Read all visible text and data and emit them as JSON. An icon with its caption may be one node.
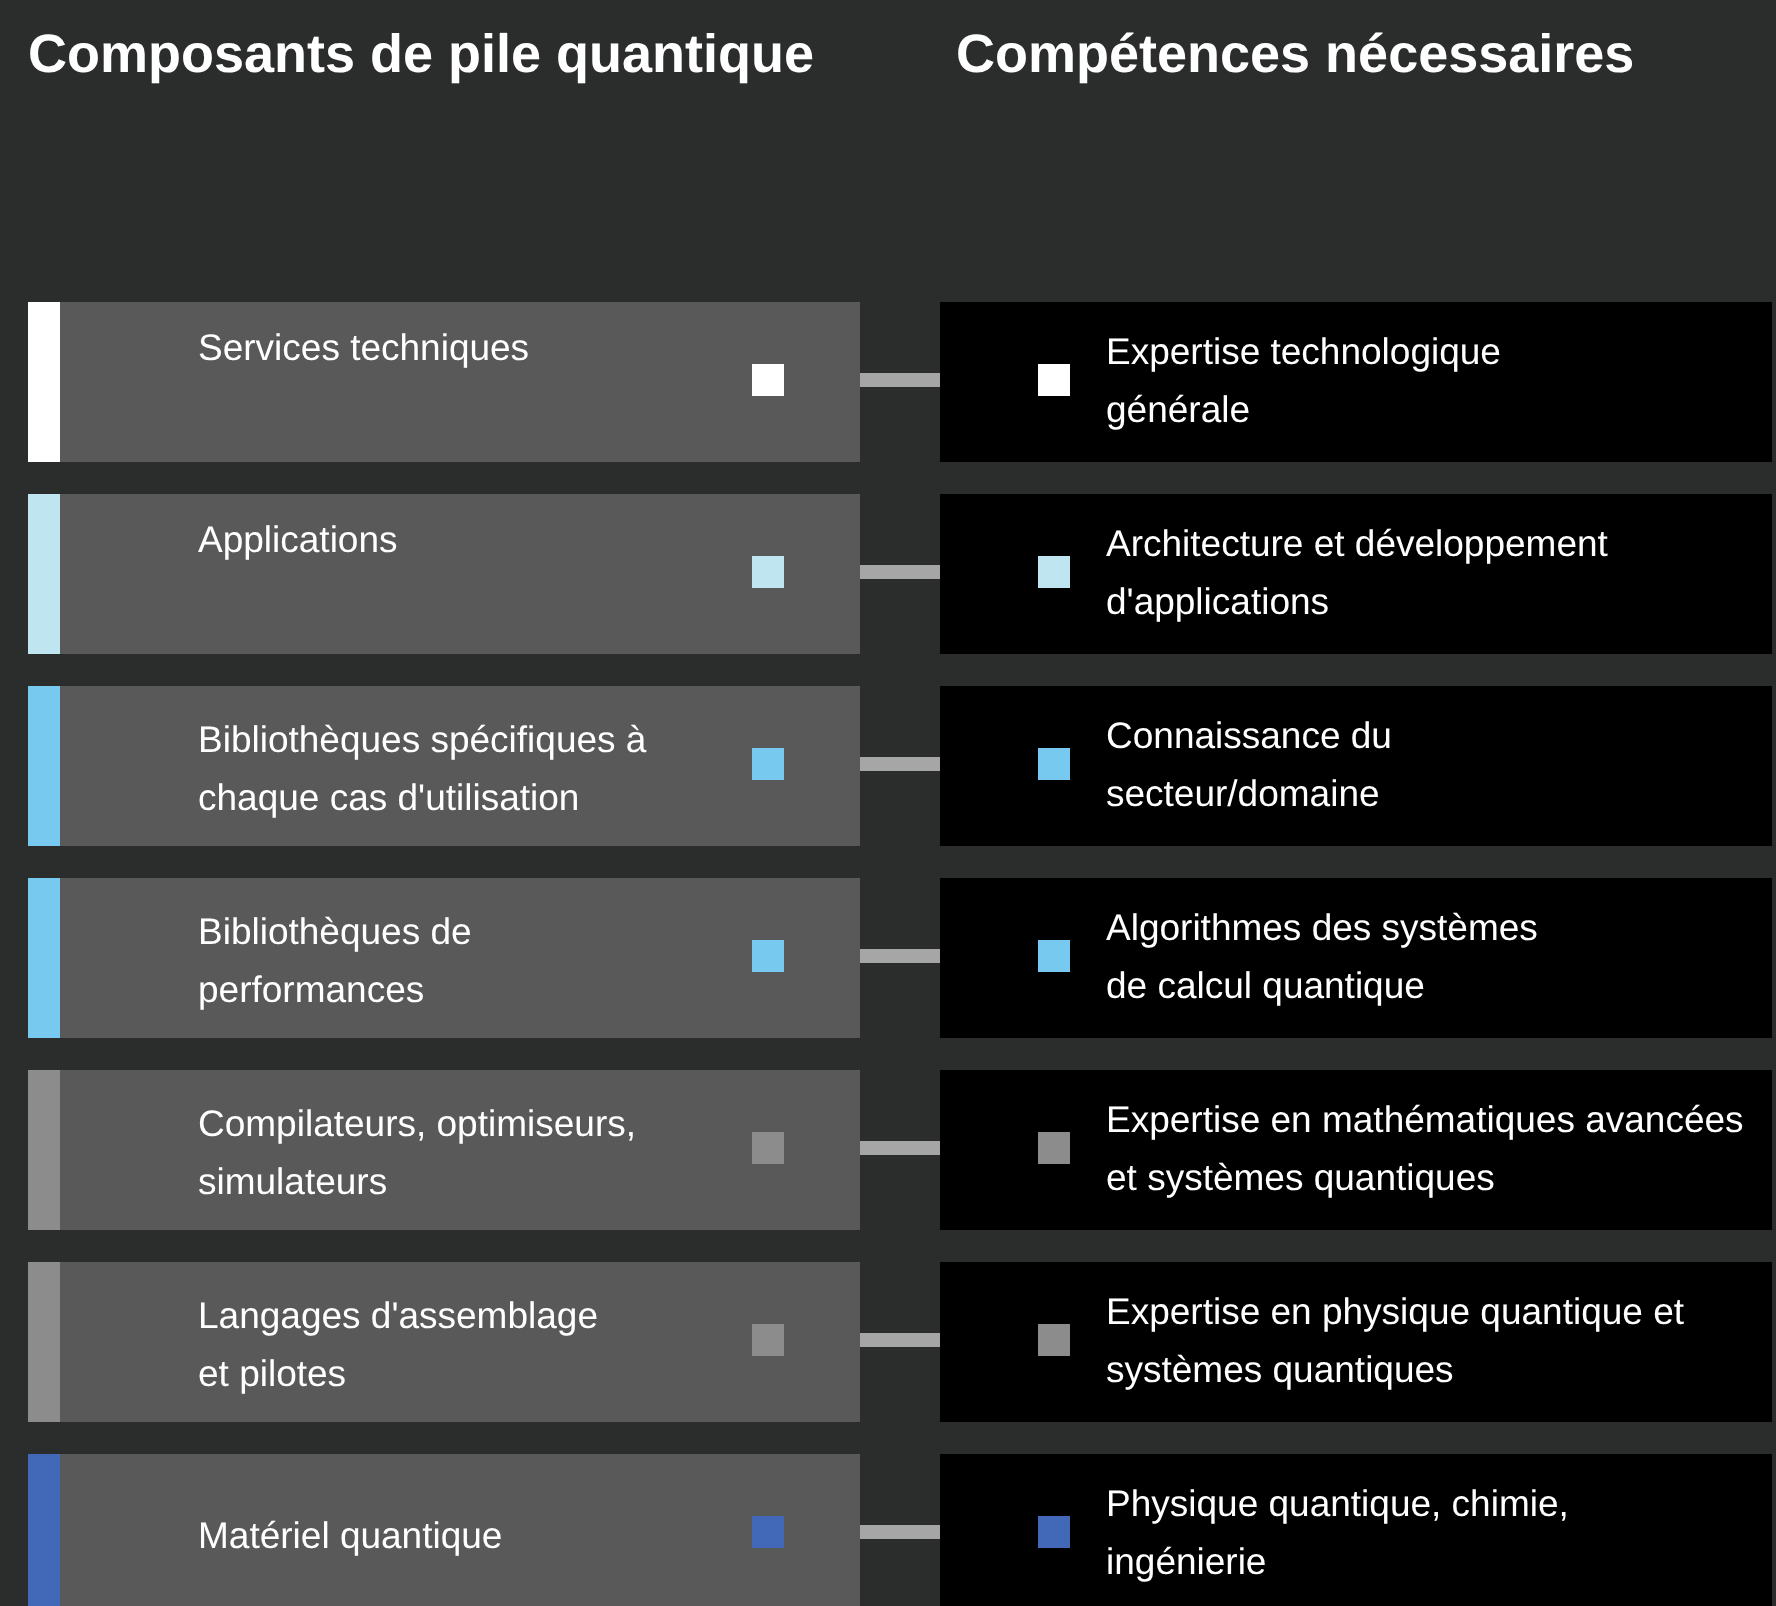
{
  "diagram": {
    "nodes": [
      {
        "text": [
          "Services techniques"
        ]
      },
      {
        "text": [
          "Expertise technologique générale"
        ]
      },
      {
        "text": [
          "Applications"
        ]
      },
      {
        "text": [
          "Architecture et développement d'applications"
        ]
      },
      {
        "text": [
          "Bibliothèques spécifiques à chaque cas d'utilisation"
        ]
      },
      {
        "text": [
          "Connaissance du secteur/domaine"
        ]
      },
      {
        "text": [
          "Bibliothèques de performances"
        ]
      },
      {
        "text": [
          "Algorithmes des systèmes de calcul quantique"
        ]
      },
      {
        "text": [
          "Compilateurs, optimiseurs, simulateurs"
        ]
      },
      {
        "text": [
          "Expertise en mathématiques avancées et systèmes quantiques"
        ]
      },
      {
        "text": [
          "Langages d'assemblage et pilotes"
        ]
      },
      {
        "text": [
          "Expertise en physique quantique et systèmes quantiques"
        ]
      },
      {
        "text": [
          "Matériel quantique"
        ]
      },
      {
        "text": [
          "Physique quantique, chimie, ingénierie"
        ]
      }
    ],
    "edges": [
      {
        "from": 0,
        "to": 1,
        "arrow": "none"
      },
      {
        "from": 2,
        "to": 3,
        "arrow": "none"
      },
      {
        "from": 4,
        "to": 5,
        "arrow": "none"
      },
      {
        "from": 6,
        "to": 7,
        "arrow": "none"
      },
      {
        "from": 8,
        "to": 9,
        "arrow": "none"
      },
      {
        "from": 10,
        "to": 11,
        "arrow": "none"
      },
      {
        "from": 12,
        "to": 13,
        "arrow": "none"
      }
    ],
    "labels": [
      "Composants de pile quantique",
      "Compétences nécessaires"
    ]
  }
}
